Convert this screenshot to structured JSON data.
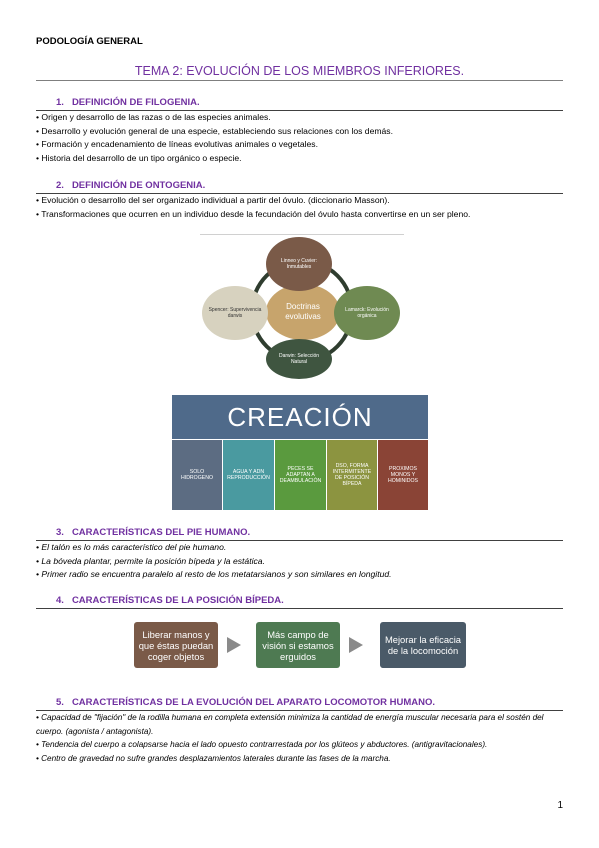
{
  "header": "PODOLOGÍA GENERAL",
  "title": "TEMA 2: EVOLUCIÓN DE LOS MIEMBROS INFERIORES.",
  "sections": [
    {
      "num": "1.",
      "title": "DEFINICIÓN DE FILOGENIA."
    },
    {
      "num": "2.",
      "title": "DEFINICIÓN DE ONTOGENIA."
    },
    {
      "num": "3.",
      "title": "CARACTERÍSTICAS DEL PIE HUMANO."
    },
    {
      "num": "4.",
      "title": "CARACTERÍSTICAS DE LA POSICIÓN BÍPEDA."
    },
    {
      "num": "5.",
      "title": "CARACTERÍSTICAS DE LA EVOLUCIÓN DEL APARATO LOCOMOTOR HUMANO."
    }
  ],
  "filogenia": [
    "• Origen y desarrollo de las razas o de las especies animales.",
    "• Desarrollo y evolución general de una especie, estableciendo sus relaciones con los demás.",
    "• Formación y encadenamiento de líneas evolutivas animales o vegetales.",
    "• Historia del desarrollo de un tipo orgánico o especie."
  ],
  "ontogenia": [
    "• Evolución o desarrollo del ser organizado individual a partir del óvulo. (diccionario Masson).",
    "• Transformaciones que ocurren en un individuo desde la fecundación del óvulo hasta convertirse en un ser pleno."
  ],
  "doctrinas": {
    "center": "Doctrinas evolutivas",
    "top": "Linneo y Cuvier: Inmutables",
    "right": "Lamarck: Evolución orgánica",
    "bottom": "Darwin: Selección Natural",
    "left": "Spencer: Supervivencia darwis"
  },
  "creacion": {
    "title": "CREACIÓN",
    "boxes": [
      "SOLO HIDROGENO",
      "AGUA Y ADN REPRODUCCIÓN",
      "PECES SE ADAPTAN A DEAMBULACIÓN",
      "DSO, FORMA INTERMITENTE DE POSICIÓN BÍPEDA",
      "PROXIMOS MONOS Y HOMINIDOS"
    ]
  },
  "pie": [
    "• El talón es lo más característico del pie humano.",
    "• La bóveda plantar, permite la posición bípeda y la estática.",
    "• Primer radio se encuentra paralelo al resto de los metatarsianos y son similares en longitud."
  ],
  "flow": [
    "Liberar manos y que éstas puedan coger objetos",
    "Más campo de visión si estamos erguidos",
    "Mejorar la eficacia de la locomoción"
  ],
  "aparato": [
    "• Capacidad de \"fijación\" de la rodilla humana en completa extensión minimiza la cantidad de energía muscular necesaria para el sostén del cuerpo. (agonista / antagonista).",
    "• Tendencia del cuerpo a colapsarse hacia el lado opuesto contrarrestada por los glúteos y abductores. (antigravitacionales).",
    "• Centro de gravedad no sufre grandes desplazamientos laterales durante las fases de la marcha."
  ],
  "page_number": "1",
  "colors": {
    "accent": "#7030a0"
  }
}
